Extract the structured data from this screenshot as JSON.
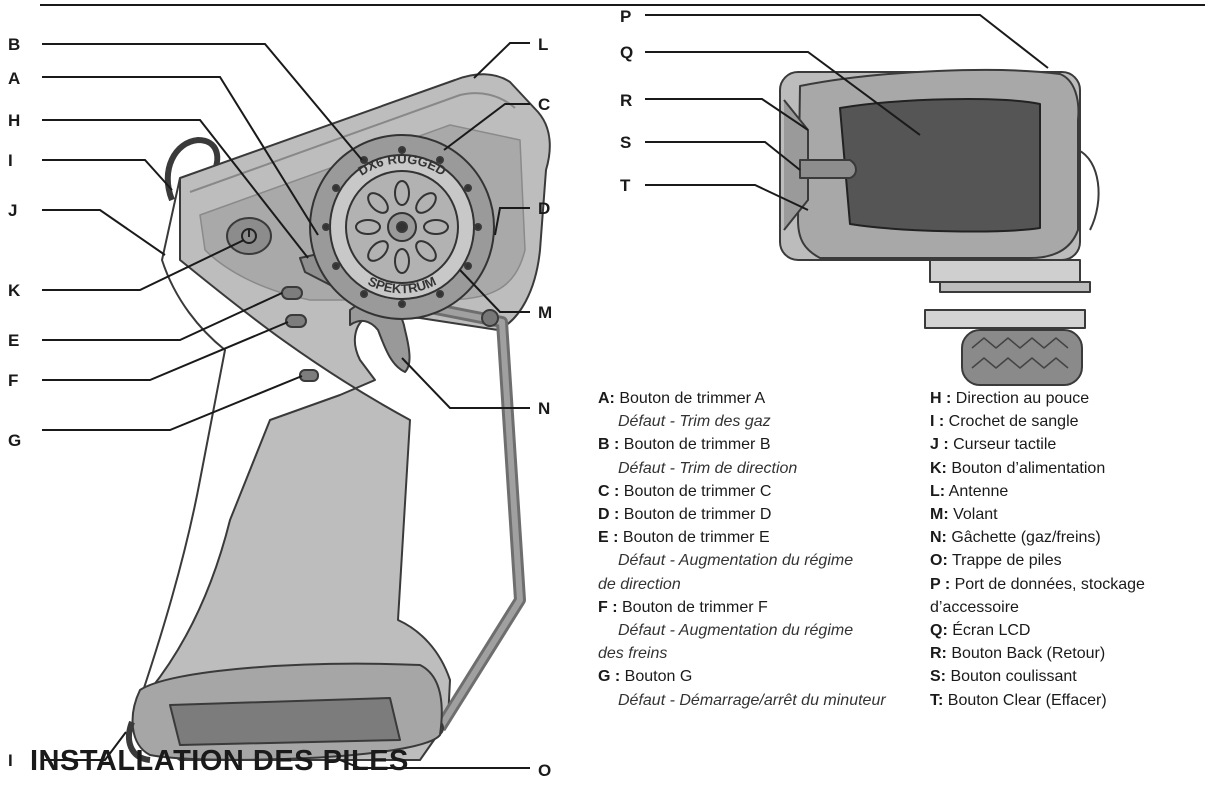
{
  "callouts": {
    "B": "B",
    "A": "A",
    "H": "H",
    "I": "I",
    "J": "J",
    "K": "K",
    "E": "E",
    "F": "F",
    "G": "G",
    "L": "L",
    "C": "C",
    "D": "D",
    "M": "M",
    "N": "N",
    "O": "O",
    "P": "P",
    "Q": "Q",
    "R": "R",
    "S": "S",
    "T": "T"
  },
  "wheel_text": {
    "top": "DX6 RUGGED",
    "bottom": "SPEKTRUM"
  },
  "legend_left": [
    {
      "key": "A:",
      "text": " Bouton de trimmer A",
      "default": "Défaut - Trim des gaz"
    },
    {
      "key": "B :",
      "text": " Bouton de trimmer B",
      "default": "Défaut - Trim de direction"
    },
    {
      "key": "C :",
      "text": " Bouton de trimmer C"
    },
    {
      "key": "D :",
      "text": " Bouton de trimmer D"
    },
    {
      "key": "E :",
      "text": " Bouton de trimmer E",
      "default": "Défaut - Augmentation du régime",
      "default_cont": "de direction"
    },
    {
      "key": "F :",
      "text": " Bouton de trimmer F",
      "default": "Défaut - Augmentation du régime",
      "default_cont": "des freins"
    },
    {
      "key": "G :",
      "text": " Bouton G",
      "default": "Défaut - Démarrage/arrêt du minuteur"
    }
  ],
  "legend_right": [
    {
      "key": "H :",
      "text": " Direction au pouce"
    },
    {
      "key": "I :",
      "text": " Crochet de sangle"
    },
    {
      "key": "J :",
      "text": " Curseur tactile"
    },
    {
      "key": "K:",
      "text": " Bouton d’alimentation"
    },
    {
      "key": "L:",
      "text": " Antenne"
    },
    {
      "key": "M:",
      "text": " Volant"
    },
    {
      "key": "N:",
      "text": " Gâchette (gaz/freins)"
    },
    {
      "key": "O:",
      "text": " Trappe de piles"
    },
    {
      "key": "P :",
      "text": " Port de données, stockage",
      "cont": "d’accessoire"
    },
    {
      "key": "Q:",
      "text": " Écran LCD"
    },
    {
      "key": "R:",
      "text": " Bouton Back (Retour)"
    },
    {
      "key": "S:",
      "text": " Bouton coulissant"
    },
    {
      "key": "T:",
      "text": " Bouton Clear (Effacer)"
    }
  ],
  "section_heading": "INSTALLATION DES PILES"
}
